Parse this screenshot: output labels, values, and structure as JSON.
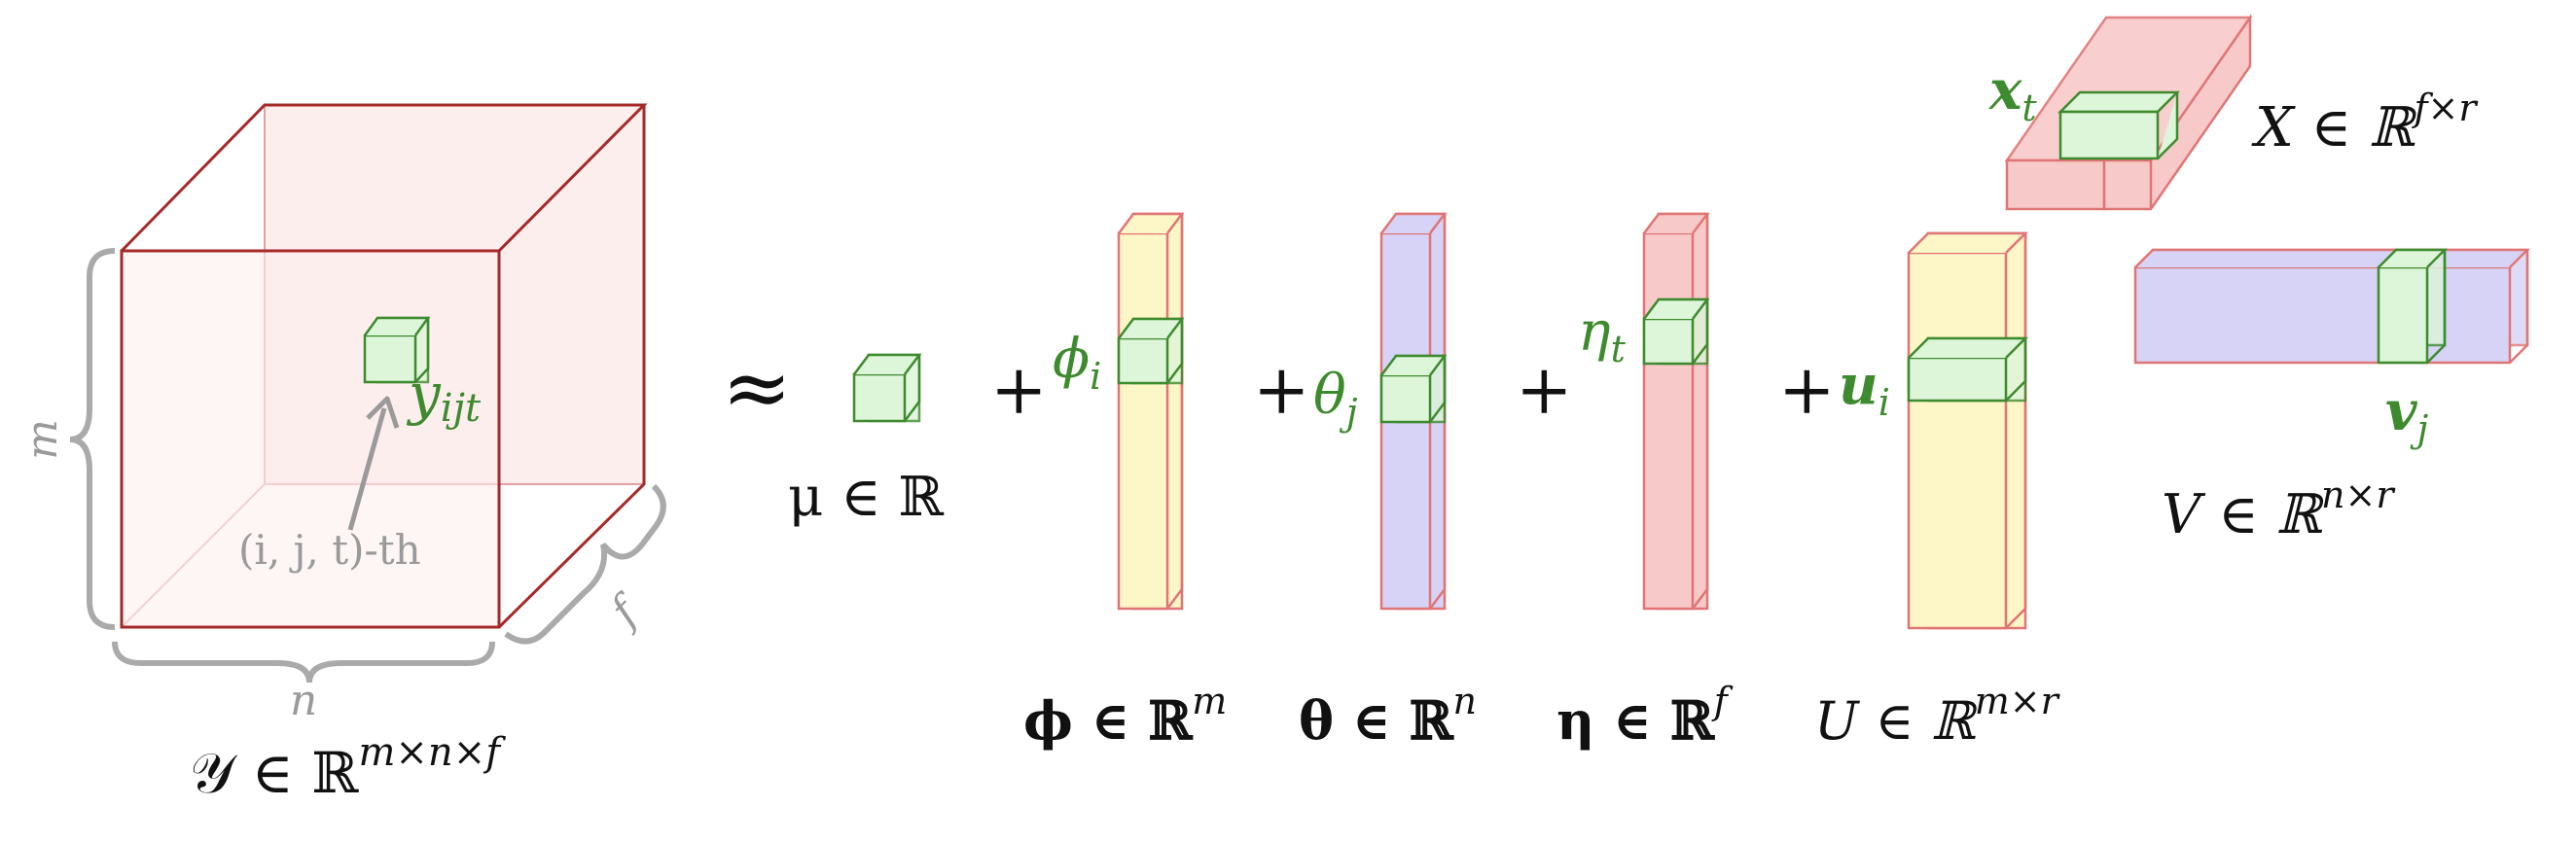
{
  "tensor": {
    "label": "𝒴 ∈ ℝ",
    "label_sup": "m×n×f",
    "dim_m": "m",
    "dim_n": "n",
    "dim_f": "f",
    "entry": "y",
    "entry_sub": "ijt",
    "entry_note": "(i, j, t)-th"
  },
  "approx": "≈",
  "plus": "+",
  "mu": {
    "name": "μ ∈ ℝ"
  },
  "phi": {
    "name": "ϕ ∈ ℝ",
    "sup": "m",
    "elem": "ϕ",
    "elem_sub": "i"
  },
  "theta": {
    "name": "θ ∈ ℝ",
    "sup": "n",
    "elem": "θ",
    "elem_sub": "j"
  },
  "eta": {
    "name": "η ∈ ℝ",
    "sup": "f",
    "elem": "η",
    "elem_sub": "t"
  },
  "U": {
    "name": "U ∈ ℝ",
    "sup": "m×r",
    "elem": "u",
    "elem_sub": "i"
  },
  "X": {
    "name": "X ∈ ℝ",
    "sup": "f×r",
    "elem": "x",
    "elem_sub": "t"
  },
  "V": {
    "name": "V ∈ ℝ",
    "sup": "n×r",
    "elem": "v",
    "elem_sub": "j"
  },
  "colors": {
    "red_edge": "#e07575",
    "dark_red_edge": "#a52a2a",
    "tensor_fill": "#fdeeee",
    "red_fill": "#f8c9c9",
    "yellow_fill": "#fdf6c6",
    "blue_fill": "#d6d3f7",
    "green_edge": "#3e8a2e",
    "green_fill": "#ddf5d8",
    "grey": "#aaaaaa"
  }
}
